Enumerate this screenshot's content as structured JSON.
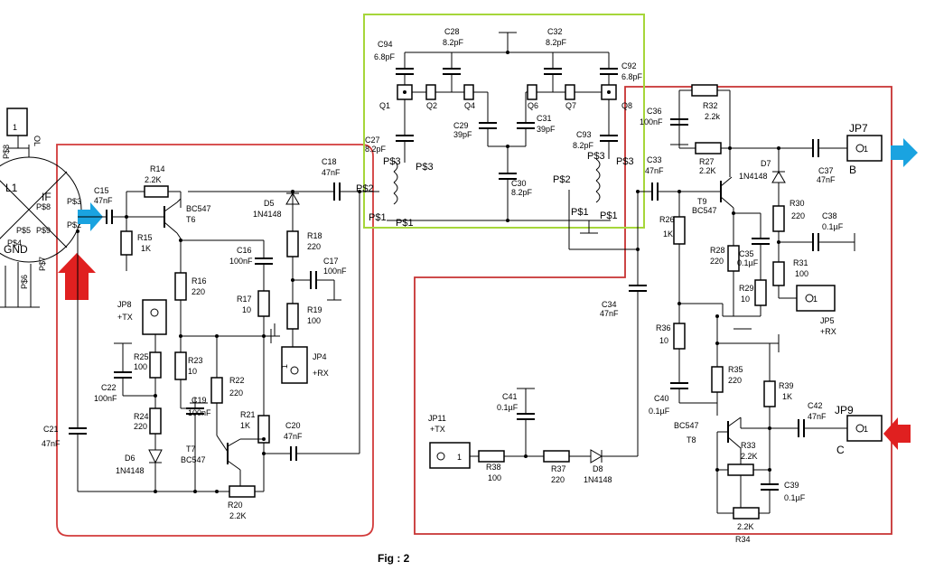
{
  "figure_caption": "Fig : 2",
  "boxes": {
    "left": "red",
    "right": "red",
    "filter": "#a6d63a"
  },
  "arrows": {
    "blue": "#1aa3e0",
    "red": "#e02020"
  },
  "labels": {
    "C15": "C15",
    "C15v": "47nF",
    "R14": "R14",
    "R14v": "2.2K",
    "R15": "R15",
    "R15v": "1K",
    "T6": "BC547",
    "T6n": "T6",
    "R16": "R16",
    "R16v": "220",
    "C16": "C16",
    "C16v": "100nF",
    "R17": "R17",
    "R17v": "10",
    "D5": "D5",
    "D5v": "1N4148",
    "C18": "C18",
    "C18v": "47nF",
    "R18": "R18",
    "R18v": "220",
    "C17": "C17",
    "C17v": "100nF",
    "R19": "R19",
    "R19v": "100",
    "JP4": "JP4",
    "JP4v": "+RX",
    "JP8": "JP8",
    "JP8v": "+TX",
    "R25": "R25",
    "R25v": "100",
    "C22": "C22",
    "C22v": "100nF",
    "R24": "R24",
    "R24v": "220",
    "D6": "D6",
    "D6v": "1N4148",
    "R23": "R23",
    "R23v": "10",
    "C19": "C19",
    "C19v": "100nF",
    "R22": "R22",
    "R22v": "220",
    "R21": "R21",
    "R21v": "1K",
    "T7": "T7",
    "T7v": "BC547",
    "C20": "C20",
    "C20v": "47nF",
    "R20": "R20",
    "R20v": "2.2K",
    "C21": "C21",
    "C21v": "47nF",
    "C94": "C94",
    "C94v": "6.8pF",
    "C28": "C28",
    "C28v": "8.2pF",
    "C32": "C32",
    "C32v": "8.2pF",
    "C92": "C92",
    "C92v": "6.8pF",
    "Q1": "Q1",
    "Q2": "Q2",
    "Q4": "Q4",
    "Q6": "Q6",
    "Q7": "Q7",
    "Q8": "Q8",
    "C29": "C29",
    "C29v": "39pF",
    "C31": "C31",
    "C31v": "39pF",
    "C27": "C27",
    "C27v": "8.2pF",
    "C93": "C93",
    "C93v": "8.2pF",
    "C30": "C30",
    "C30v": "8.2pF",
    "P3": "P$3",
    "P1": "P$1",
    "P2": "P$2",
    "C36": "C36",
    "C36v": "100nF",
    "R32": "R32",
    "R32v": "2.2k",
    "R27": "R27",
    "R27v": "2.2K",
    "D7": "D7",
    "D7v": "1N4148",
    "C37": "C37",
    "C37v": "47nF",
    "JP7": "JP7",
    "JP7v": "B",
    "C33": "C33",
    "C33v": "47nF",
    "T9": "T9",
    "T9v": "BC547",
    "R30": "R30",
    "R30v": "220",
    "C38": "C38",
    "C38v": "0.1µF",
    "R26": "R26",
    "R26v": "1K",
    "R28": "R28",
    "R28v": "220",
    "C35": "C35",
    "C35v": "0.1µF",
    "R31": "R31",
    "R31v": "100",
    "R29": "R29",
    "R29v": "10",
    "JP5": "JP5",
    "JP5v": "+RX",
    "C34": "C34",
    "C34v": "47nF",
    "R36": "R36",
    "R36v": "10",
    "R35": "R35",
    "R35v": "220",
    "C40": "C40",
    "C40v": "0.1µF",
    "R39": "R39",
    "R39v": "1K",
    "C42": "C42",
    "C42v": "47nF",
    "JP9": "JP9",
    "JP9v": "C",
    "T8v": "BC547",
    "T8": "T8",
    "R33": "R33",
    "R33v": "2.2K",
    "C39": "C39",
    "C39v": "0.1µF",
    "R34v": "2.2K",
    "R34": "R34",
    "JP11": "JP11",
    "JP11v": "+TX",
    "C41": "C41",
    "C41v": "0.1µF",
    "R38": "R38",
    "R38v": "100",
    "R37": "R37",
    "R37v": "220",
    "D8": "D8",
    "D8v": "1N4148",
    "pin1": "1",
    "IF": "IF",
    "OL": "OL",
    "GND": "GND",
    "L1": "L1",
    "P8": "P$8",
    "P5": "P$5",
    "P6": "P$6",
    "P7": "P$7",
    "P4": "P$4",
    "P9": "P$9"
  }
}
